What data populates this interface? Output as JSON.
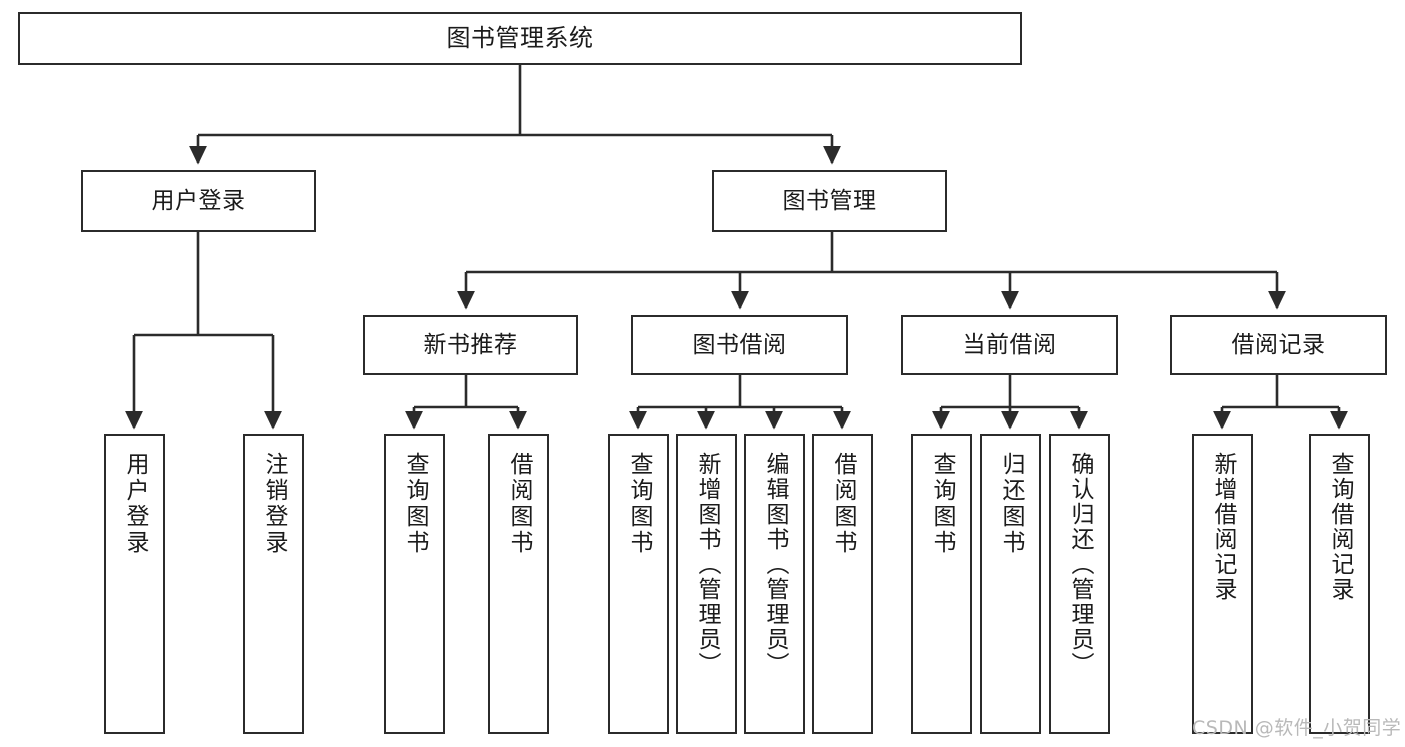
{
  "diagram": {
    "title": "图书管理系统",
    "type": "hierarchy-tree",
    "levels": 4,
    "colors": {
      "stroke": "#2b2b2b",
      "fill": "#ffffff",
      "text": "#1b1b1b",
      "watermark": "#b9b9b9"
    },
    "root": {
      "id": "root",
      "label": "图书管理系统"
    },
    "level2": [
      {
        "id": "user-login",
        "label": "用户登录"
      },
      {
        "id": "book-manage",
        "label": "图书管理"
      }
    ],
    "level3": [
      {
        "id": "new-book-rec",
        "label": "新书推荐"
      },
      {
        "id": "book-borrow",
        "label": "图书借阅"
      },
      {
        "id": "current-borrow",
        "label": "当前借阅"
      },
      {
        "id": "borrow-record",
        "label": "借阅记录"
      }
    ],
    "leaves": {
      "user_login": [
        {
          "id": "leaf-user-login",
          "label": "用户登录"
        },
        {
          "id": "leaf-logout",
          "label": "注销登录"
        }
      ],
      "new_book_rec": [
        {
          "id": "leaf-query-book-1",
          "label": "查询图书"
        },
        {
          "id": "leaf-borrow-book-1",
          "label": "借阅图书"
        }
      ],
      "book_borrow": [
        {
          "id": "leaf-query-book-2",
          "label": "查询图书"
        },
        {
          "id": "leaf-add-book",
          "label": "新增图书（管理员）"
        },
        {
          "id": "leaf-edit-book",
          "label": "编辑图书（管理员）"
        },
        {
          "id": "leaf-borrow-book-2",
          "label": "借阅图书"
        }
      ],
      "current_borrow": [
        {
          "id": "leaf-query-book-3",
          "label": "查询图书"
        },
        {
          "id": "leaf-return-book",
          "label": "归还图书"
        },
        {
          "id": "leaf-confirm-return",
          "label": "确认归还（管理员）"
        }
      ],
      "borrow_record": [
        {
          "id": "leaf-add-record",
          "label": "新增借阅记录"
        },
        {
          "id": "leaf-query-record",
          "label": "查询借阅记录"
        }
      ]
    }
  },
  "watermark": {
    "text": "CSDN @软件_小贺同学"
  }
}
